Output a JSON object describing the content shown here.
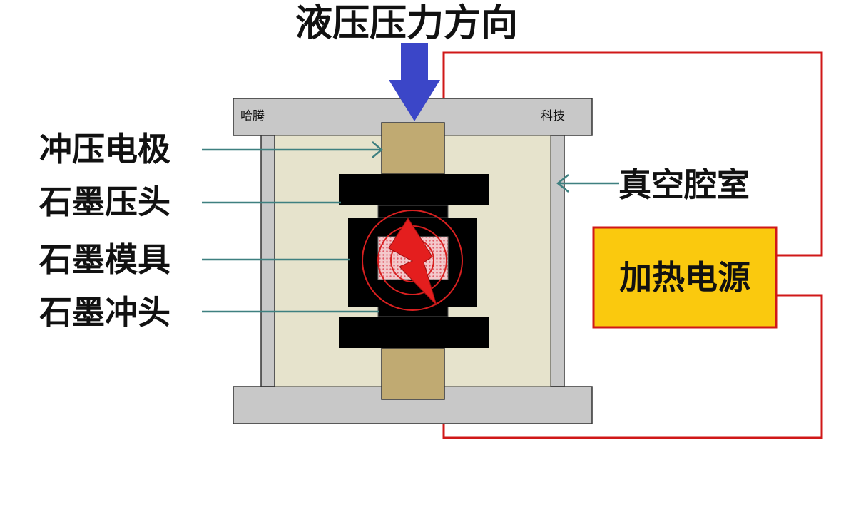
{
  "title": "液压压力方向",
  "frame_labels": {
    "left": "哈腾",
    "right": "科技"
  },
  "labels": {
    "punch_electrode": "冲压电极",
    "graphite_press_head": "石墨压头",
    "graphite_mold": "石墨模具",
    "graphite_punch": "石墨冲头",
    "vacuum_chamber": "真空腔室",
    "heating_power": "加热电源"
  },
  "colors": {
    "frame": "#c8c8c8",
    "chamber": "#e6e3cc",
    "electrode": "#c0aa72",
    "graphite": "#000000",
    "arrow": "#3b46c8",
    "circuit": "#d01818",
    "power_box": "#fac90e",
    "leader": "#3e8080"
  },
  "icons": {
    "direction_arrow": "down-arrow-icon",
    "discharge": "lightning-icon"
  }
}
